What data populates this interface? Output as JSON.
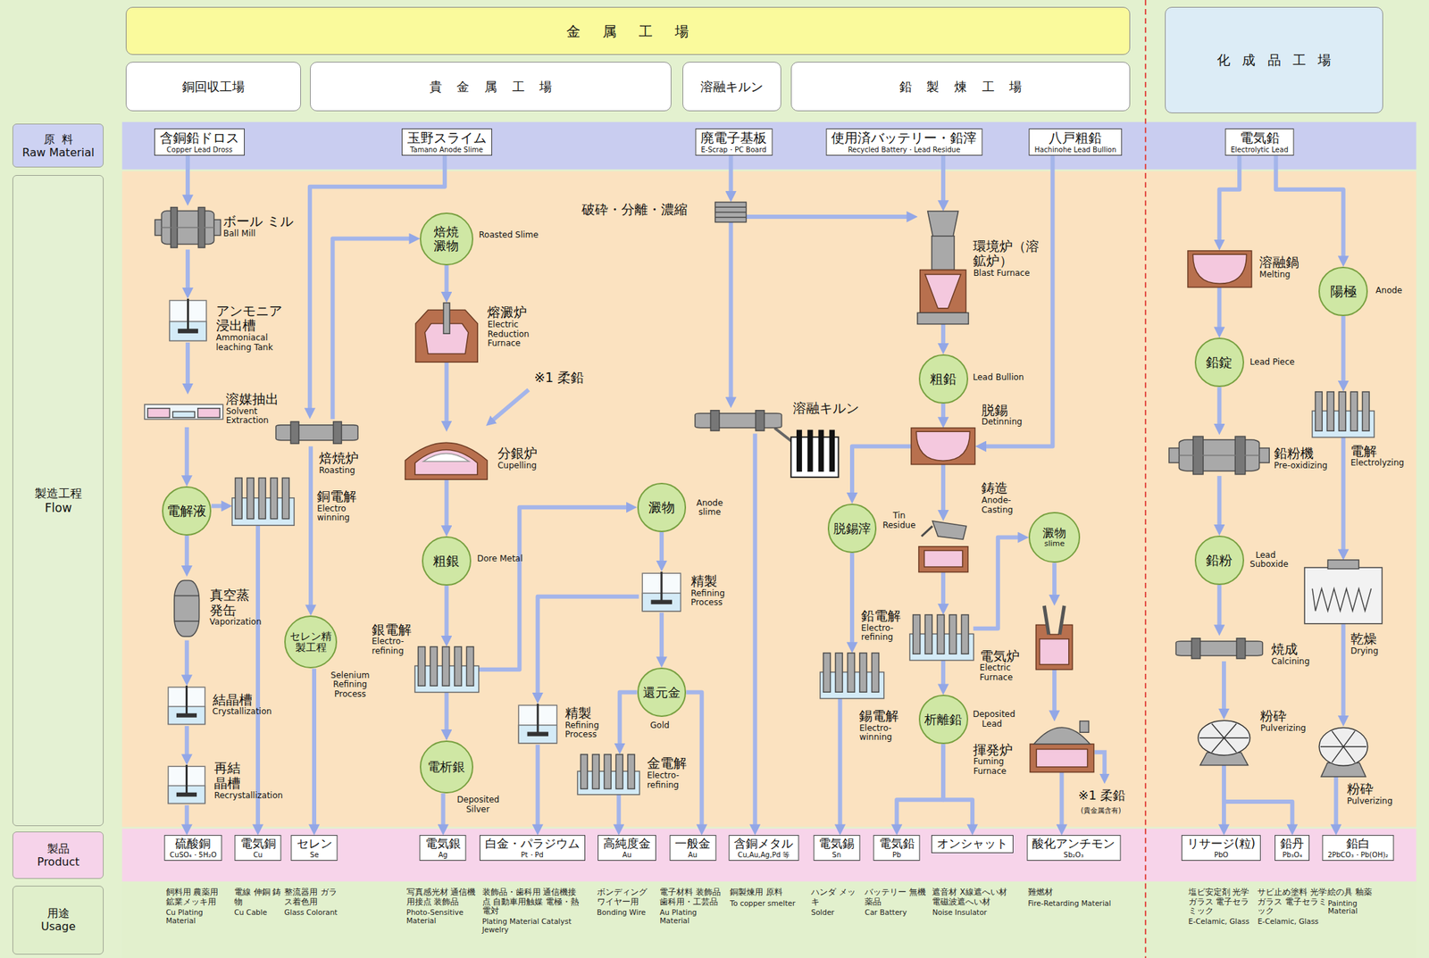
{
  "diagram": {
    "nodes": [
      {
        "text": [
          "金属工場"
        ]
      },
      {
        "text": [
          "銅回収工場"
        ]
      },
      {
        "text": [
          "貴金属工場"
        ]
      },
      {
        "text": [
          "溶融キルン"
        ]
      },
      {
        "text": [
          "鉛製煉工場"
        ]
      },
      {
        "text": [
          "化成品工場"
        ]
      },
      {
        "text": [
          "原料",
          "Raw Material"
        ]
      },
      {
        "text": [
          "製造工程",
          "Flow"
        ]
      },
      {
        "text": [
          "製品",
          "Product"
        ]
      },
      {
        "text": [
          "用途",
          "Usage"
        ]
      },
      {
        "text": [
          "含銅鉛ドロス",
          "Copper Lead Dross"
        ]
      },
      {
        "text": [
          "玉野スライム",
          "Tamano Anode Slime"
        ]
      },
      {
        "text": [
          "廃電子基板",
          "E-Scrap・PC Board"
        ]
      },
      {
        "text": [
          "使用済バッテリー・鉛滓",
          "Recycled Battery・Lead Residue"
        ]
      },
      {
        "text": [
          "八戸粗鉛",
          "Hachinohe Lead Bullion"
        ]
      },
      {
        "text": [
          "電気鉛",
          "Electrolytic Lead"
        ]
      },
      {
        "text": [
          "ボール ミル",
          "Ball Mill"
        ]
      },
      {
        "text": [
          "アンモニア浸出槽",
          "Ammoniacal leaching Tank"
        ]
      },
      {
        "text": [
          "溶媒抽出",
          "Solvent Extraction"
        ]
      },
      {
        "text": [
          "電解液"
        ]
      },
      {
        "text": [
          "銅電解",
          "Electro winning"
        ]
      },
      {
        "text": [
          "真空蒸発缶",
          "Vaporization"
        ]
      },
      {
        "text": [
          "結晶槽",
          "Crystallization"
        ]
      },
      {
        "text": [
          "再結晶槽",
          "Recrystallization"
        ]
      },
      {
        "text": [
          "焙焼炉",
          "Roasting"
        ]
      },
      {
        "text": [
          "セレン精製工程",
          "Selenium Refining Process"
        ]
      },
      {
        "text": [
          "焙焼澱物",
          "Roasted Slime"
        ]
      },
      {
        "text": [
          "熔澱炉",
          "Electric Reduction Furnace"
        ]
      },
      {
        "text": [
          "分銀炉",
          "Cupelling"
        ]
      },
      {
        "text": [
          "粗銀",
          "Dore Metal"
        ]
      },
      {
        "text": [
          "銀電解",
          "Electro-refining"
        ]
      },
      {
        "text": [
          "電析銀",
          "Deposited Silver"
        ]
      },
      {
        "text": [
          "澱物",
          "Anode slime"
        ]
      },
      {
        "text": [
          "精製",
          "Refining Process"
        ]
      },
      {
        "text": [
          "還元金",
          "Gold"
        ]
      },
      {
        "text": [
          "金電解",
          "Electro-refining"
        ]
      },
      {
        "text": [
          "精製",
          "Refining Process"
        ]
      },
      {
        "text": [
          "破砕・分離・濃縮"
        ]
      },
      {
        "text": [
          "溶融キルン"
        ]
      },
      {
        "text": [
          "環境炉（溶鉱炉）",
          "Blast Furnace"
        ]
      },
      {
        "text": [
          "粗鉛",
          "Lead Bullion"
        ]
      },
      {
        "text": [
          "脱錫",
          "Detinning"
        ]
      },
      {
        "text": [
          "脱錫滓",
          "Tin Residue"
        ]
      },
      {
        "text": [
          "鋳造",
          "Anode-Casting"
        ]
      },
      {
        "text": [
          "澱物",
          "slime"
        ]
      },
      {
        "text": [
          "鉛電解",
          "Electro-refining"
        ]
      },
      {
        "text": [
          "錫電解",
          "Electro-winning"
        ]
      },
      {
        "text": [
          "電気炉",
          "Electric Furnace"
        ]
      },
      {
        "text": [
          "析離鉛",
          "Deposited Lead"
        ]
      },
      {
        "text": [
          "揮発炉",
          "Fuming Furnace"
        ]
      },
      {
        "text": [
          "溶融鍋",
          "Melting"
        ]
      },
      {
        "text": [
          "陽極",
          "Anode"
        ]
      },
      {
        "text": [
          "鉛錠",
          "Lead Piece"
        ]
      },
      {
        "text": [
          "電解",
          "Electrolyzing"
        ]
      },
      {
        "text": [
          "鉛粉機",
          "Pre-oxidizing"
        ]
      },
      {
        "text": [
          "鉛粉",
          "Lead Suboxide"
        ]
      },
      {
        "text": [
          "乾燥",
          "Drying"
        ]
      },
      {
        "text": [
          "焼成",
          "Calcining"
        ]
      },
      {
        "text": [
          "粉砕",
          "Pulverizing"
        ]
      },
      {
        "text": [
          "粉砕",
          "Pulverizing"
        ]
      },
      {
        "text": [
          "硫酸銅",
          "CuSO₄・5H₂O"
        ]
      },
      {
        "text": [
          "電気銅",
          "Cu"
        ]
      },
      {
        "text": [
          "セレン",
          "Se"
        ]
      },
      {
        "text": [
          "電気銀",
          "Ag"
        ]
      },
      {
        "text": [
          "白金・パラジウム",
          "Pt・Pd"
        ]
      },
      {
        "text": [
          "高純度金",
          "Au"
        ]
      },
      {
        "text": [
          "一般金",
          "Au"
        ]
      },
      {
        "text": [
          "含銅メタル",
          "Cu,Au,Ag,Pd 等"
        ]
      },
      {
        "text": [
          "電気錫",
          "Sn"
        ]
      },
      {
        "text": [
          "電気鉛",
          "Pb"
        ]
      },
      {
        "text": [
          "オンシャット"
        ]
      },
      {
        "text": [
          "酸化アンチモン",
          "Sb₂O₃"
        ]
      },
      {
        "text": [
          "リサージ(粒)",
          "PbO"
        ]
      },
      {
        "text": [
          "鉛丹",
          "Pb₃O₄"
        ]
      },
      {
        "text": [
          "鉛白",
          "2PbCO₃・Pb(OH)₂"
        ]
      }
    ],
    "edges": [
      {
        "from": 10,
        "to": 16,
        "arrow": "to"
      },
      {
        "from": 16,
        "to": 17,
        "arrow": "to"
      },
      {
        "from": 17,
        "to": 18,
        "arrow": "to"
      },
      {
        "from": 18,
        "to": 19,
        "arrow": "to"
      },
      {
        "from": 19,
        "to": 20,
        "arrow": "to"
      },
      {
        "from": 19,
        "to": 21,
        "arrow": "to"
      },
      {
        "from": 21,
        "to": 22,
        "arrow": "to"
      },
      {
        "from": 22,
        "to": 23,
        "arrow": "to"
      },
      {
        "from": 23,
        "to": 60,
        "arrow": "to"
      },
      {
        "from": 20,
        "to": 61,
        "arrow": "to"
      },
      {
        "from": 11,
        "to": 24,
        "arrow": "to"
      },
      {
        "from": 24,
        "to": 26,
        "arrow": "to"
      },
      {
        "from": 24,
        "to": 25,
        "arrow": "to"
      },
      {
        "from": 25,
        "to": 62,
        "arrow": "to"
      },
      {
        "from": 26,
        "to": 27,
        "arrow": "to"
      },
      {
        "from": 27,
        "to": 28,
        "arrow": "to"
      },
      {
        "from": 28,
        "to": 29,
        "arrow": "to"
      },
      {
        "from": 29,
        "to": 30,
        "arrow": "to"
      },
      {
        "from": 30,
        "to": 31,
        "arrow": "to"
      },
      {
        "from": 31,
        "to": 63,
        "arrow": "to"
      },
      {
        "from": 30,
        "to": 32,
        "arrow": "to"
      },
      {
        "from": 32,
        "to": 33,
        "arrow": "to"
      },
      {
        "from": 33,
        "to": 34,
        "arrow": "to"
      },
      {
        "from": 33,
        "to": 36,
        "arrow": "to"
      },
      {
        "from": 34,
        "to": 35,
        "arrow": "to"
      },
      {
        "from": 34,
        "to": 66,
        "arrow": "to"
      },
      {
        "from": 35,
        "to": 65,
        "arrow": "to"
      },
      {
        "from": 36,
        "to": 64,
        "arrow": "to"
      },
      {
        "from": 12,
        "to": 37,
        "arrow": "to"
      },
      {
        "from": 37,
        "to": 38,
        "arrow": "to"
      },
      {
        "from": 37,
        "to": 39,
        "arrow": "to"
      },
      {
        "from": 38,
        "to": 67,
        "arrow": "to"
      },
      {
        "from": 13,
        "to": 39,
        "arrow": "to"
      },
      {
        "from": 39,
        "to": 40,
        "arrow": "to"
      },
      {
        "from": 40,
        "to": 41,
        "arrow": "to"
      },
      {
        "from": 14,
        "to": 41,
        "arrow": "to"
      },
      {
        "from": 41,
        "to": 42,
        "arrow": "to"
      },
      {
        "from": 41,
        "to": 43,
        "arrow": "to"
      },
      {
        "from": 42,
        "to": 46,
        "arrow": "to"
      },
      {
        "from": 46,
        "to": 68,
        "arrow": "to"
      },
      {
        "from": 43,
        "to": 45,
        "arrow": "to"
      },
      {
        "from": 45,
        "to": 44,
        "arrow": "to"
      },
      {
        "from": 44,
        "to": 47,
        "arrow": "to"
      },
      {
        "from": 47,
        "to": 49,
        "arrow": "to"
      },
      {
        "from": 45,
        "to": 48,
        "arrow": "to"
      },
      {
        "from": 48,
        "to": 69,
        "arrow": "to"
      },
      {
        "from": 48,
        "to": 70,
        "arrow": "to"
      },
      {
        "from": 49,
        "to": 71,
        "arrow": "to"
      },
      {
        "from": 15,
        "to": 50,
        "arrow": "to"
      },
      {
        "from": 15,
        "to": 51,
        "arrow": "to"
      },
      {
        "from": 50,
        "to": 52,
        "arrow": "to"
      },
      {
        "from": 52,
        "to": 54,
        "arrow": "to"
      },
      {
        "from": 54,
        "to": 55,
        "arrow": "to"
      },
      {
        "from": 55,
        "to": 57,
        "arrow": "to"
      },
      {
        "from": 57,
        "to": 58,
        "arrow": "to"
      },
      {
        "from": 58,
        "to": 72,
        "arrow": "to"
      },
      {
        "from": 58,
        "to": 73,
        "arrow": "to"
      },
      {
        "from": 51,
        "to": 53,
        "arrow": "to"
      },
      {
        "from": 53,
        "to": 56,
        "arrow": "to"
      },
      {
        "from": 56,
        "to": 59,
        "arrow": "to"
      },
      {
        "from": 59,
        "to": 74,
        "arrow": "to"
      }
    ],
    "labels": [
      "※1 柔鉛",
      "※1 柔鉛",
      "(貴金属含有)",
      "飼料用 農薬用 鉱業メッキ用",
      "Cu Plating Material",
      "電線 伸銅 鋳物",
      "Cu Cable",
      "整流器用 ガラス着色用",
      "Glass Colorant",
      "写真感光材 通信機用接点 装飾品",
      "Photo-Sensitive Material",
      "装飾品・歯科用 通信機接点 自動車用触媒 電極・熱電対",
      "Plating Material Catalyst Jewelry",
      "ボンディング ワイヤー用",
      "Bonding Wire",
      "電子材料 装飾品 歯科用・工芸品",
      "Au Plating Material",
      "銅製煉用 原料",
      "To copper smelter",
      "ハンダ メッキ",
      "Solder",
      "バッテリー 無機薬品",
      "Car Battery",
      "遮音材 X線遮へい材 電磁波遮へい材",
      "Noise Insulator",
      "難燃材",
      "Fire-Retarding Material",
      "塩ビ安定剤 光学ガラス 電子セラミック",
      "E-Celamic, Glass",
      "サビ止め塗料 光学ガラス 電子セラミック",
      "E-Celamic, Glass",
      "絵の具 釉薬",
      "Painting Material"
    ]
  }
}
